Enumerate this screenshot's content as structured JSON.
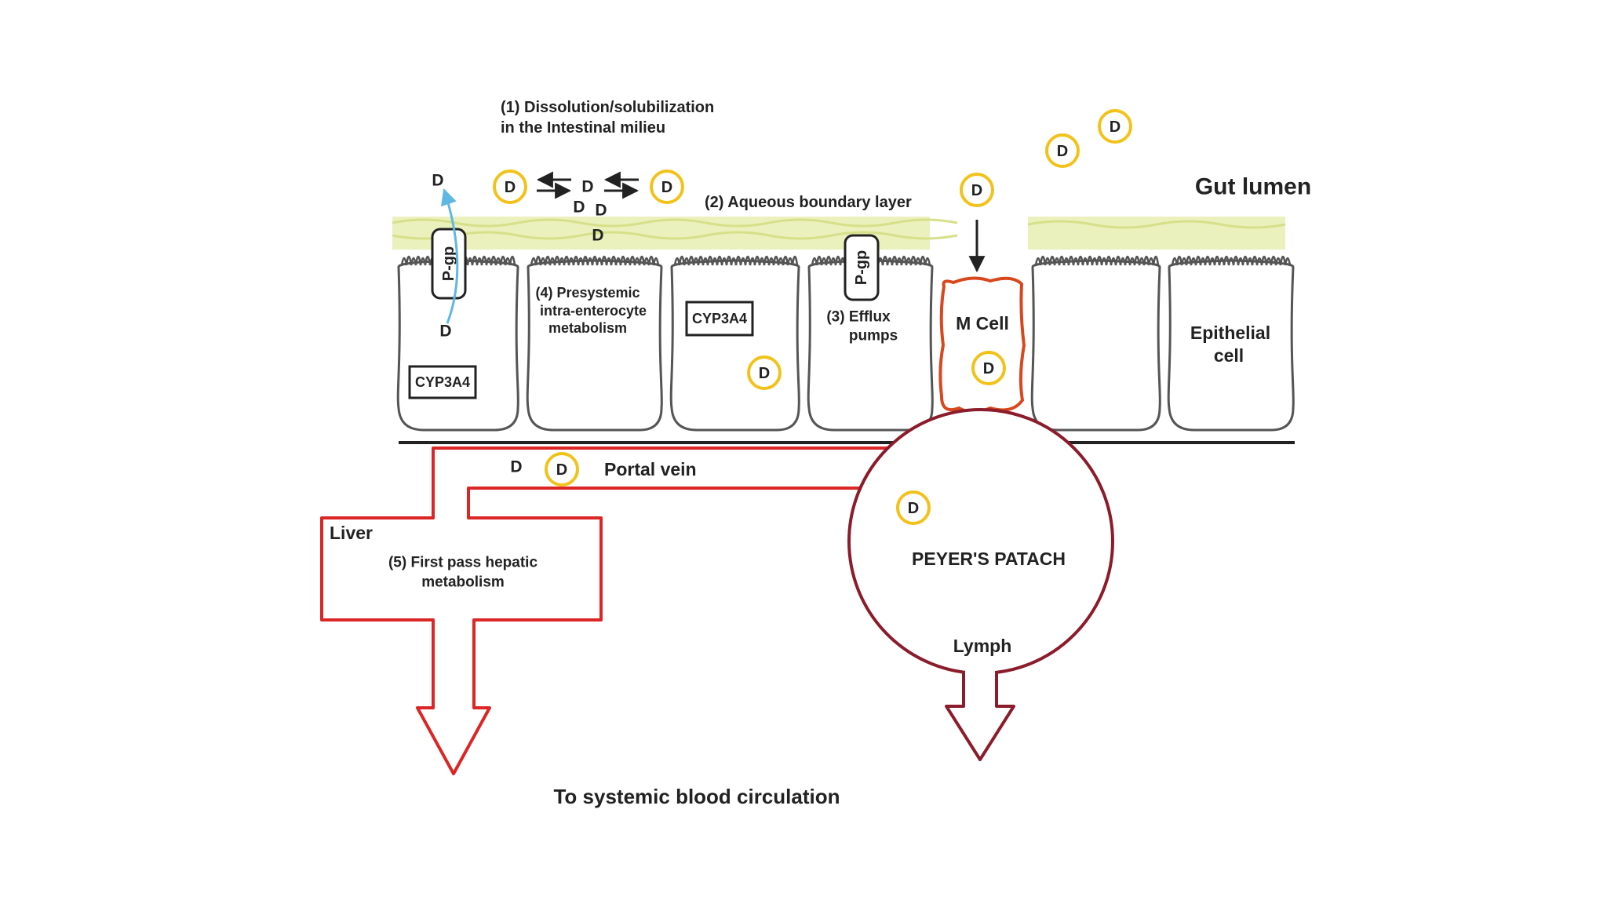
{
  "labels": {
    "step1_line1": "(1)  Dissolution/solubilization",
    "step1_line2": "in the Intestinal milieu",
    "step2": "(2) Aqueous boundary layer",
    "step3_line1": "(3) Efflux",
    "step3_line2": "pumps",
    "step4_line1": "(4) Presystemic",
    "step4_line2": "intra-enterocyte",
    "step4_line3": "metabolism",
    "step5_line1": "(5) First pass hepatic",
    "step5_line2": "metabolism",
    "gut_lumen": "Gut lumen",
    "m_cell": "M Cell",
    "epithelial_line1": "Epithelial",
    "epithelial_line2": "cell",
    "portal_vein": "Portal vein",
    "liver": "Liver",
    "peyers_patch": "PEYER'S PATACH",
    "lymph": "Lymph",
    "systemic": "To systemic blood circulation",
    "pgp": "P-gp",
    "cyp3a4": "CYP3A4",
    "drug": "D"
  },
  "colors": {
    "drug_ring": "#f2c21b",
    "mucus": "#e8efb0",
    "cell_outline": "#555555",
    "portal_red": "#dc2626",
    "lymph_dark": "#8b1c2b",
    "m_cell_orange": "#d9481c",
    "pgp_arrow": "#5fb8e3"
  }
}
